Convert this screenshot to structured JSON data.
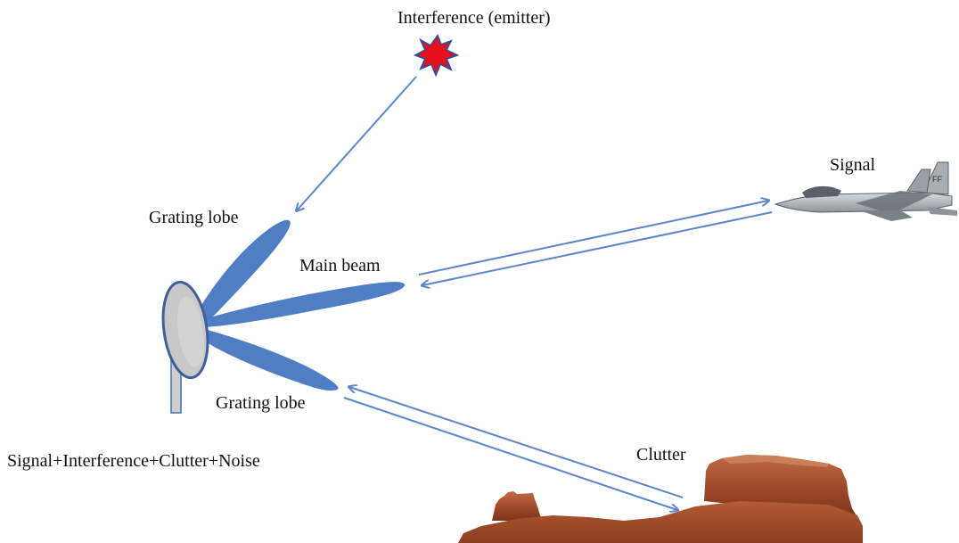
{
  "labels": {
    "interference": "Interference (emitter)",
    "grating_lobe_top": "Grating lobe",
    "main_beam": "Main beam",
    "grating_lobe_bottom": "Grating lobe",
    "signal": "Signal",
    "clutter": "Clutter",
    "received_sum": "Signal+Interference+Clutter+Noise"
  },
  "aircraft_markings": {
    "tail_code": "FF"
  },
  "colors": {
    "beam": "#4f7ec4",
    "arrow": "#5b86c8",
    "emitter": "#e8101c",
    "emitter_outline": "#2e4d9a",
    "dish": "#c8c8c8",
    "dish_rim": "#3f5f9a",
    "rock": "#a14b2c"
  }
}
